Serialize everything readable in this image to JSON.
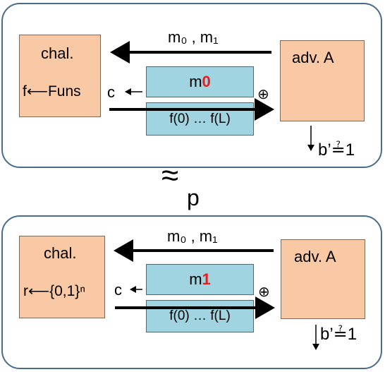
{
  "top": {
    "messages_label": "m₀ , m₁",
    "challenger": {
      "title": "chal.",
      "sample": "f⟵Funs"
    },
    "adversary": {
      "title": "adv. A"
    },
    "key_box": {
      "prefix": "m",
      "bit": "0"
    },
    "pad_box": "f(0) … f(L)",
    "c_label": "c",
    "xor_symbol": "⊕",
    "output": "b’≟1"
  },
  "approx": {
    "symbol": "≈",
    "subscript": "p"
  },
  "bottom": {
    "messages_label": "m₀ , m₁",
    "challenger": {
      "title": "chal.",
      "sample": "r⟵{0,1}ⁿ"
    },
    "adversary": {
      "title": "adv. A"
    },
    "key_box": {
      "prefix": "m",
      "bit": "1"
    },
    "pad_box": "f(0) … f(L)",
    "c_label": "c",
    "xor_symbol": "⊕",
    "output": "b’≟1"
  }
}
